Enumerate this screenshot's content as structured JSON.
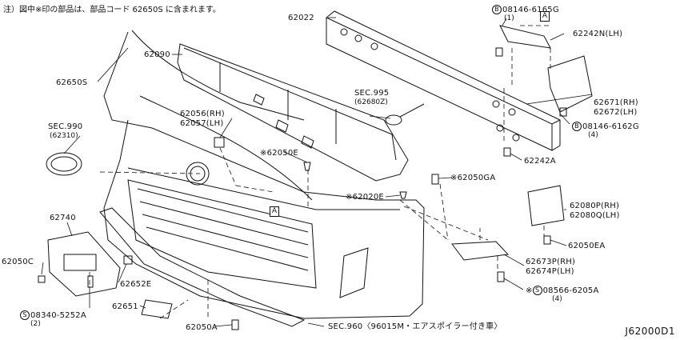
{
  "note": "注）図中※印の部品は、部品コード 62650S に含まれます。",
  "doc_id": "J62000D1",
  "callout_a": "A",
  "labels": {
    "p62022": "62022",
    "p62090": "62090",
    "p62650S": "62650S",
    "sec990": "SEC.990",
    "sec990_sub": "(62310)",
    "sec995": "SEC.995",
    "sec995_sub": "(62680Z)",
    "p62056": "62056(RH)",
    "p62057": "62057(LH)",
    "p62050E": "※62050E",
    "p62242N": "62242N(LH)",
    "bolt_b1": "08146-6165G",
    "bolt_b1_qty": "(1)",
    "p62671": "62671(RH)",
    "p62672": "62672(LH)",
    "bolt_b2": "08146-6162G",
    "bolt_b2_qty": "(4)",
    "p62242A": "62242A",
    "p62050GA": "※62050GA",
    "p62020E": "※62020E",
    "p62080P": "62080P(RH)",
    "p62080Q": "62080Q(LH)",
    "p62050EA": "62050EA",
    "p62673P": "62673P(RH)",
    "p62674P": "62674P(LH)",
    "screw_s1_prefix": "※",
    "screw_s1": "08566-6205A",
    "screw_s1_qty": "(4)",
    "p62740": "62740",
    "p62050C": "62050C",
    "p62652E": "62652E",
    "screw_s2": "08340-5252A",
    "screw_s2_qty": "(2)",
    "p62651": "62651",
    "p62050A": "62050A",
    "sec960": "SEC.960〈96015M・エアスポイラー付き車〉",
    "circle_b": "B",
    "circle_s": "S"
  }
}
